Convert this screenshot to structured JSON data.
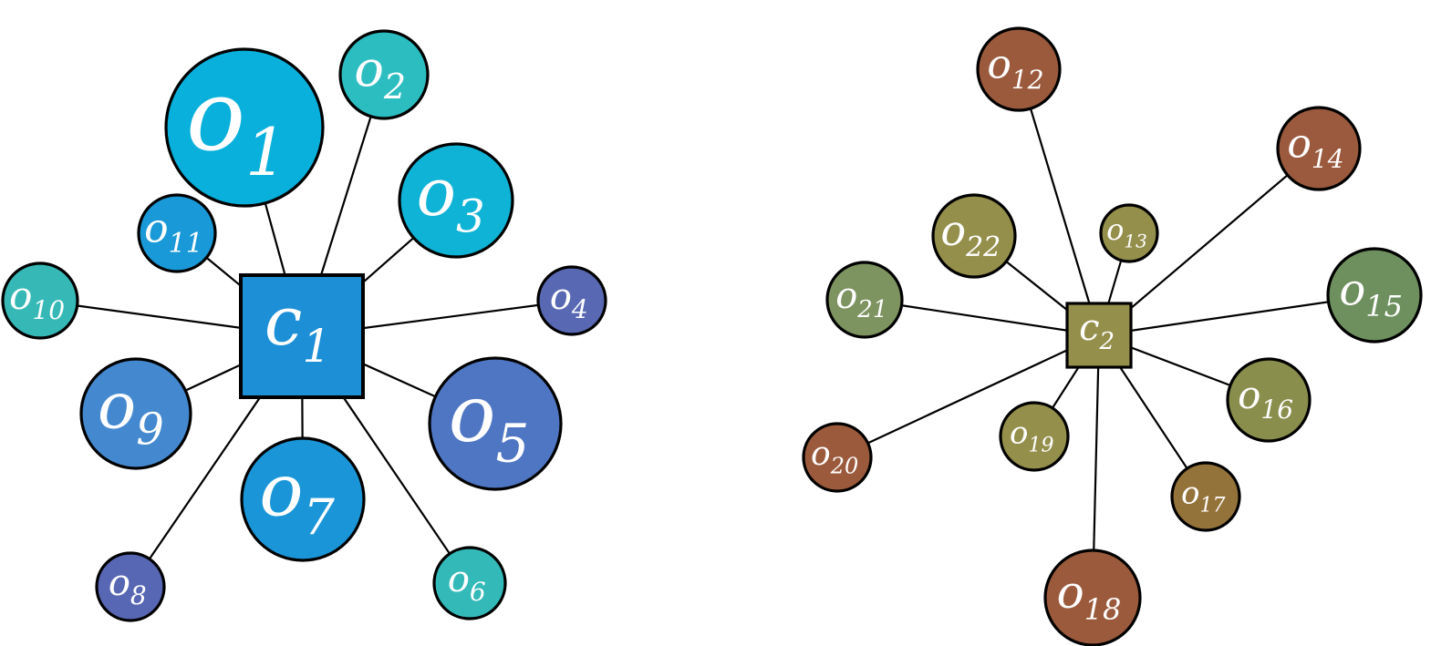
{
  "diagrams": [
    {
      "hub": {
        "letter": "c",
        "index": "1",
        "color": "#1c8fd6"
      },
      "nodes": [
        {
          "letter": "o",
          "index": "1",
          "color": "#08b0db"
        },
        {
          "letter": "o",
          "index": "2",
          "color": "#2cbdc1"
        },
        {
          "letter": "o",
          "index": "3",
          "color": "#0eb3d6"
        },
        {
          "letter": "o",
          "index": "4",
          "color": "#5968b3"
        },
        {
          "letter": "o",
          "index": "5",
          "color": "#4f76c3"
        },
        {
          "letter": "o",
          "index": "6",
          "color": "#33b9b8"
        },
        {
          "letter": "o",
          "index": "7",
          "color": "#1a96d8"
        },
        {
          "letter": "o",
          "index": "8",
          "color": "#5867b4"
        },
        {
          "letter": "o",
          "index": "9",
          "color": "#4489d0"
        },
        {
          "letter": "o",
          "index": "10",
          "color": "#36b9b6"
        },
        {
          "letter": "o",
          "index": "11",
          "color": "#1999d7"
        }
      ]
    },
    {
      "hub": {
        "letter": "c",
        "index": "2",
        "color": "#958f4c"
      },
      "nodes": [
        {
          "letter": "o",
          "index": "12",
          "color": "#9b5a3c"
        },
        {
          "letter": "o",
          "index": "13",
          "color": "#958f4c"
        },
        {
          "letter": "o",
          "index": "14",
          "color": "#9b5a3e"
        },
        {
          "letter": "o",
          "index": "15",
          "color": "#6e905e"
        },
        {
          "letter": "o",
          "index": "16",
          "color": "#8a8e4c"
        },
        {
          "letter": "o",
          "index": "17",
          "color": "#94733a"
        },
        {
          "letter": "o",
          "index": "18",
          "color": "#9b5a3c"
        },
        {
          "letter": "o",
          "index": "19",
          "color": "#958f4c"
        },
        {
          "letter": "o",
          "index": "20",
          "color": "#9b5a3c"
        },
        {
          "letter": "o",
          "index": "21",
          "color": "#7d9360"
        },
        {
          "letter": "o",
          "index": "22",
          "color": "#958f4c"
        }
      ]
    }
  ]
}
